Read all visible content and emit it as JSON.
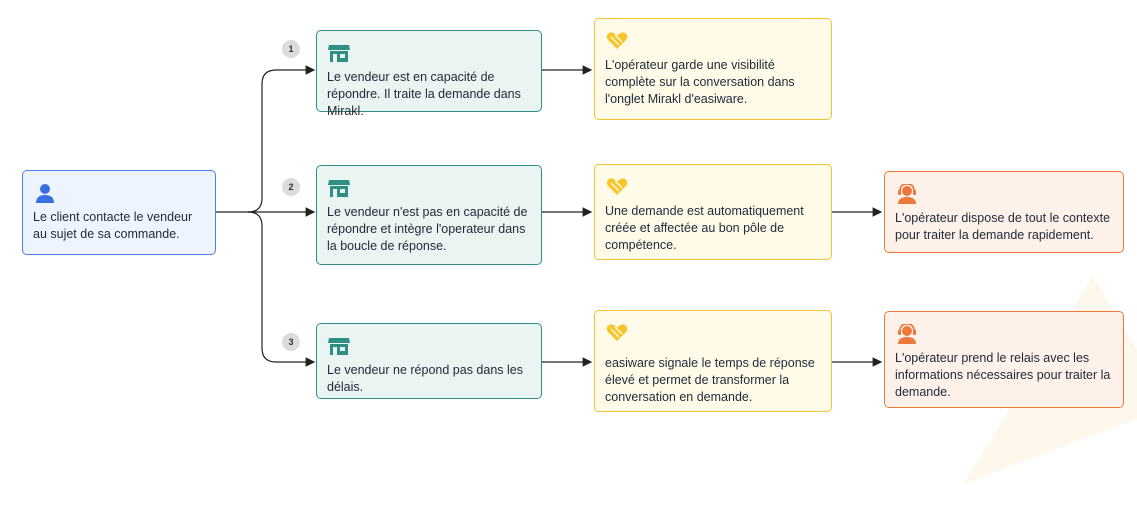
{
  "client": {
    "text": "Le client contacte le vendeur au sujet de sa commande.",
    "icon": "user-icon",
    "color": "#4d7fe6"
  },
  "rows": [
    {
      "number": "1",
      "vendor": {
        "text": "Le vendeur est en capacité de répondre. Il traite la demande dans Mirakl.",
        "icon": "store-icon"
      },
      "operator": {
        "text": "L'opérateur garde une visibilité complète sur la conversation dans l'onglet Mirakl d'easiware.",
        "icon": "heart-hands-icon"
      }
    },
    {
      "number": "2",
      "vendor": {
        "text": "Le vendeur n'est pas en capacité de répondre et intègre l'operateur dans la boucle de réponse.",
        "icon": "store-icon"
      },
      "operator": {
        "text": "Une demande est automatiquement créée et affectée au bon pôle de compétence.",
        "icon": "heart-hands-icon"
      },
      "agent": {
        "text": "L'opérateur dispose de tout le contexte pour traiter la demande rapidement.",
        "icon": "headset-agent-icon"
      }
    },
    {
      "number": "3",
      "vendor": {
        "text": "Le vendeur ne répond pas dans les délais.",
        "icon": "store-icon"
      },
      "operator": {
        "text": "easiware signale le temps de réponse élevé et permet de transformer la conversation en demande.",
        "icon": "heart-hands-icon"
      },
      "agent": {
        "text": "L'opérateur prend le relais avec les informations nécessaires pour traiter la demande.",
        "icon": "headset-agent-icon"
      }
    }
  ],
  "colors": {
    "vendor": "#2f8f82",
    "operator": "#f0c431",
    "agent": "#ec7a3c",
    "client": "#4d7fe6"
  }
}
